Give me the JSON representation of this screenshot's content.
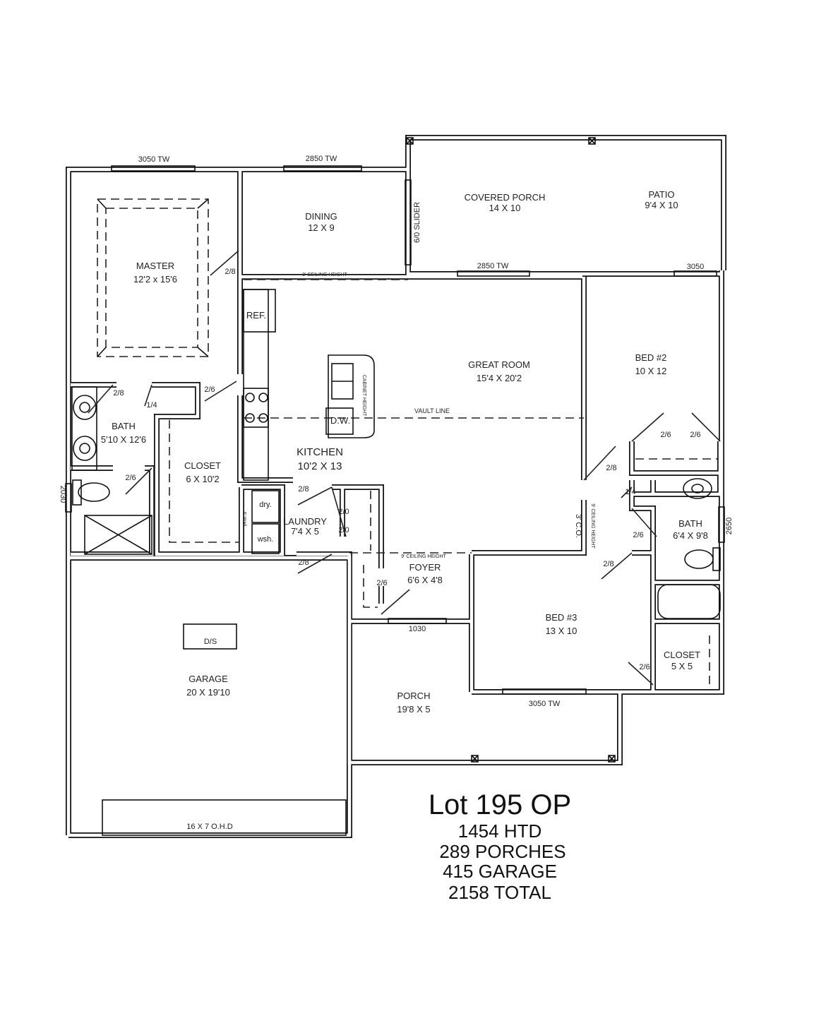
{
  "plan": {
    "windows": {
      "master_top": "3050 TW",
      "dining_top": "2850 TW",
      "great_room_top": "2850 TW",
      "bed2_top": "3050",
      "bath_left": "2030",
      "bath2_right": "2650",
      "foyer_door": "1030",
      "bed3_bottom": "3050 TW",
      "slider": "6/0 SLIDER",
      "garage_door": "16 X 7 O.H.D"
    },
    "rooms": {
      "covered_porch": {
        "name": "COVERED PORCH",
        "size": "14 X 10"
      },
      "patio": {
        "name": "PATIO",
        "size": "9'4 X 10"
      },
      "dining": {
        "name": "DINING",
        "size": "12 X 9"
      },
      "master": {
        "name": "MASTER",
        "size": "12'2 x 15'6"
      },
      "great_room": {
        "name": "GREAT ROOM",
        "size": "15'4 X 20'2"
      },
      "bed2": {
        "name": "BED #2",
        "size": "10 X 12"
      },
      "master_bath": {
        "name": "BATH",
        "size": "5'10 X 12'6"
      },
      "kitchen": {
        "name": "KITCHEN",
        "size": "10'2 X 13"
      },
      "master_closet": {
        "name": "CLOSET",
        "size": "6 X 10'2"
      },
      "laundry": {
        "name": "LAUNDRY",
        "size": "7'4 X 5"
      },
      "bath2": {
        "name": "BATH",
        "size": "6'4 X 9'8"
      },
      "foyer": {
        "name": "FOYER",
        "size": "6'6 X 4'8"
      },
      "bed3": {
        "name": "BED #3",
        "size": "13 X 10"
      },
      "closet3": {
        "name": "CLOSET",
        "size": "5 X 5"
      },
      "garage": {
        "name": "GARAGE",
        "size": "20 X 19'10"
      },
      "porch": {
        "name": "PORCH",
        "size": "19'8 X 5"
      }
    },
    "notes": {
      "ceiling_dining": "9' CEILING HEIGHT",
      "ceiling_foyer": "9' CEILING HEIGHT",
      "ceiling_hall": "9' CEILING HEIGHT",
      "vault_line": "VAULT LINE",
      "cabinet_height": "CABINET HEIGHT",
      "ref": "REF.",
      "dw": "D.W.",
      "dryer": "dry.",
      "washer": "wsh.",
      "wall": "6' Wall",
      "cased_opening": "3' C.O.",
      "ds": "D/S"
    },
    "doors": [
      "2/8",
      "2/8",
      "1/4",
      "2/6",
      "2/6",
      "2/8",
      "2/0",
      "2/0",
      "2/6",
      "2/6",
      "2/8",
      "1/4",
      "2/6",
      "2/8",
      "2/8",
      "2/6",
      "2/6"
    ]
  },
  "summary": {
    "title": "Lot 195 OP",
    "heated": "1454 HTD",
    "porches": "289 PORCHES",
    "garage": "415 GARAGE",
    "total": "2158 TOTAL"
  }
}
